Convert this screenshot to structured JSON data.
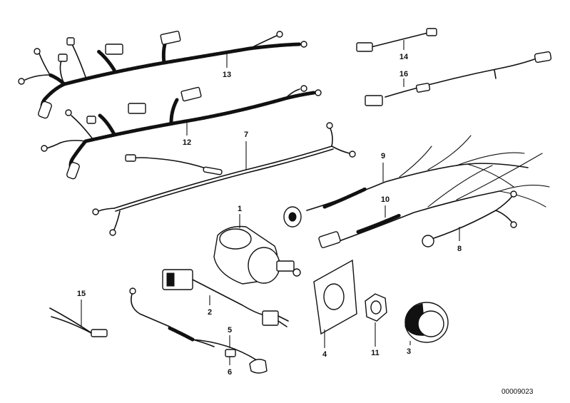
{
  "callouts": {
    "p1": "1",
    "p2": "2",
    "p3": "3",
    "p4": "4",
    "p5": "5",
    "p6": "6",
    "p7": "7",
    "p8": "8",
    "p9": "9",
    "p10": "10",
    "p11": "11",
    "p12": "12",
    "p13": "13",
    "p14": "14",
    "p15": "15",
    "p16": "16"
  },
  "diagram_code": "00009023"
}
